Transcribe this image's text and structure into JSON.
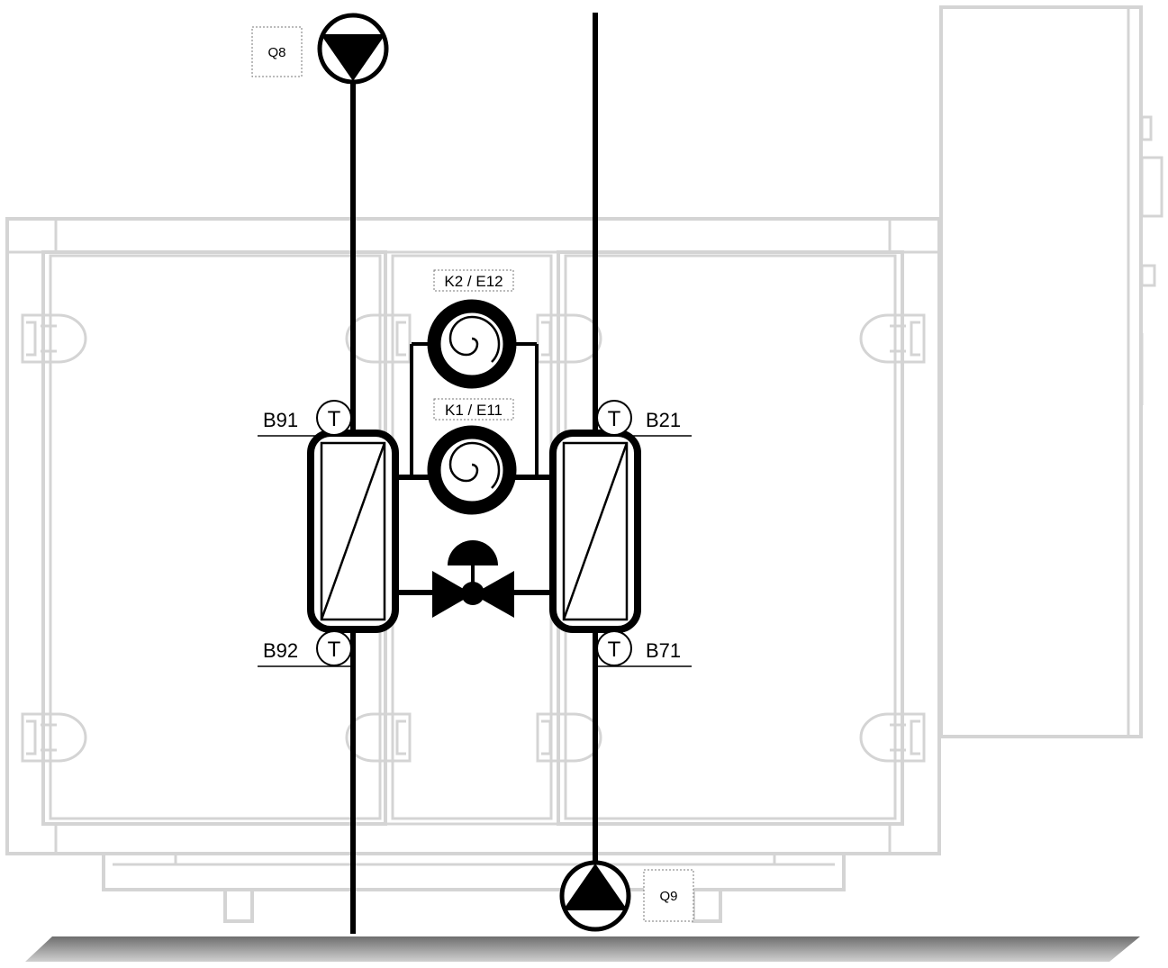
{
  "labels": {
    "pump_top": "Q8",
    "pump_bottom": "Q9",
    "compressor_top": "K2 / E12",
    "compressor_bottom": "K1 / E11",
    "sensor_b91": "B91",
    "sensor_b92": "B92",
    "sensor_b21": "B21",
    "sensor_b71": "B71",
    "temperature_symbol": "T"
  },
  "icons": {
    "pump": "pump-triangle-icon",
    "compressor": "scroll-compressor-icon",
    "valve": "expansion-valve-icon",
    "heat_exchanger": "heat-exchanger-icon",
    "sensor": "temperature-sensor-icon"
  },
  "colors": {
    "pipe": "#000000",
    "cabinet_outline": "#d4d4d4",
    "floor_shadow": "#8a8a8a"
  }
}
